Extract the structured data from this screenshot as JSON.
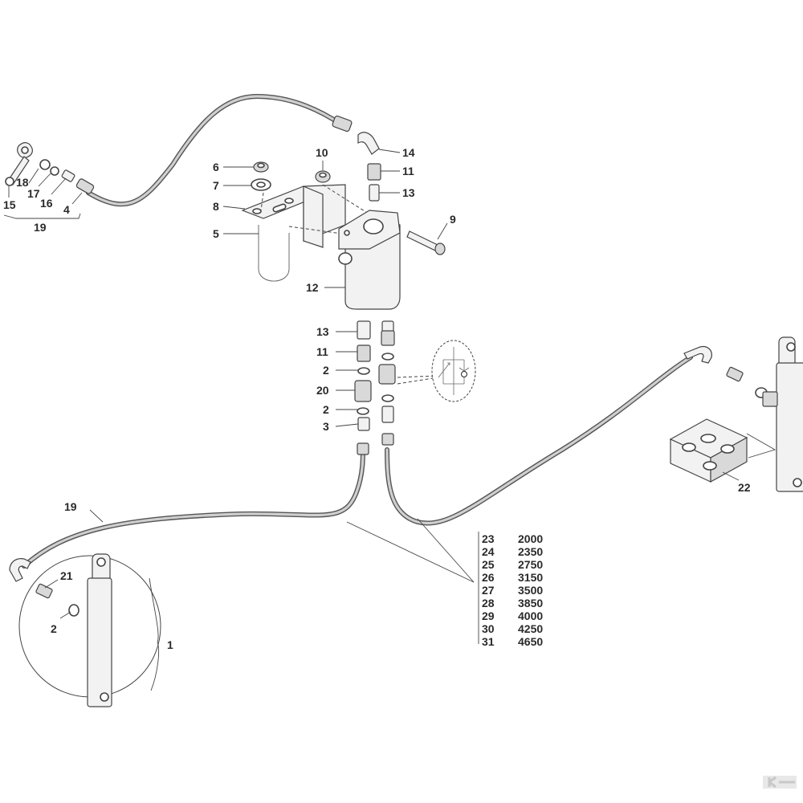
{
  "callouts": {
    "c1": "1",
    "c2a": "2",
    "c2b": "2",
    "c2c": "2",
    "c3": "3",
    "c4": "4",
    "c5": "5",
    "c6": "6",
    "c7": "7",
    "c8": "8",
    "c9": "9",
    "c10": "10",
    "c11a": "11",
    "c11b": "11",
    "c12": "12",
    "c13a": "13",
    "c13b": "13",
    "c14": "14",
    "c15": "15",
    "c16": "16",
    "c17": "17",
    "c18": "18",
    "c19a": "19",
    "c19b": "19",
    "c20": "20",
    "c21": "21",
    "c22": "22"
  },
  "hose_length_table": [
    {
      "part": "23",
      "length": "2000"
    },
    {
      "part": "24",
      "length": "2350"
    },
    {
      "part": "25",
      "length": "2750"
    },
    {
      "part": "26",
      "length": "3150"
    },
    {
      "part": "27",
      "length": "3500"
    },
    {
      "part": "28",
      "length": "3850"
    },
    {
      "part": "29",
      "length": "4000"
    },
    {
      "part": "30",
      "length": "4250"
    },
    {
      "part": "31",
      "length": "4650"
    }
  ],
  "colors": {
    "line": "#444444",
    "hose": "#555555",
    "background": "#ffffff"
  },
  "icons": {
    "logo": "brand-logo-icon",
    "valve_symbol": "check-valve-symbol-icon"
  }
}
